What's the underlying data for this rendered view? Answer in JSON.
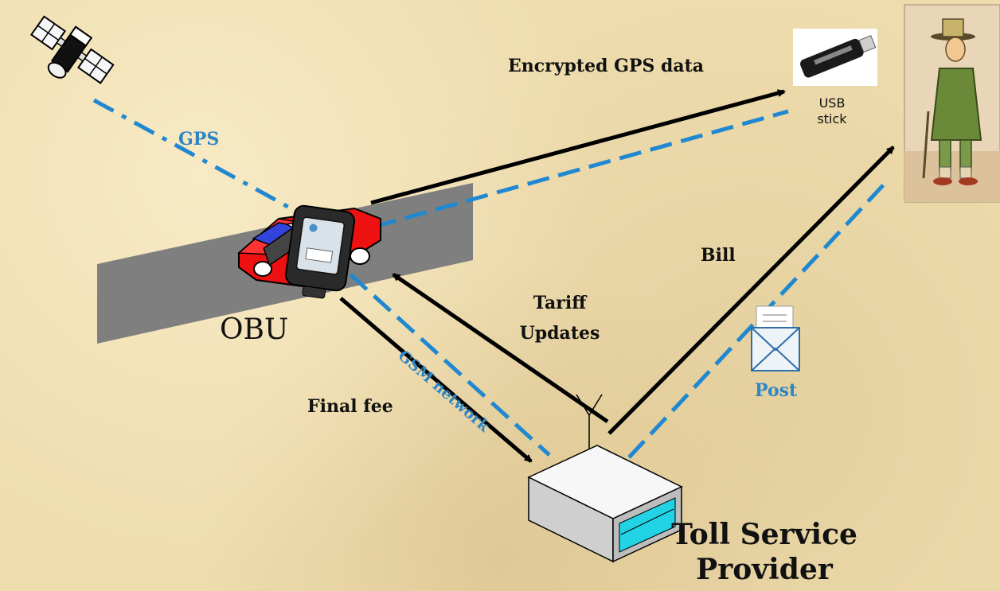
{
  "labels": {
    "gps": "GPS",
    "encrypted": "Encrypted GPS data",
    "usb_line1": "USB",
    "usb_line2": "stick",
    "bill": "Bill",
    "tariff_line1": "Tariff",
    "tariff_line2": "Updates",
    "gsm": "GSM network",
    "final_fee": "Final fee",
    "post": "Post",
    "obu": "OBU",
    "tsp_line1": "Toll Service",
    "tsp_line2": "Provider"
  },
  "colors": {
    "arrow": "#000000",
    "link": "#1f88d0",
    "road": "#7f7f7f",
    "car": "#ee1111",
    "server": "#d9d9d9",
    "server_panel": "#22d3e6"
  },
  "icons": [
    "satellite-icon",
    "car-icon",
    "obu-device-icon",
    "usb-stick-icon",
    "envelope-icon",
    "server-icon",
    "antenna-icon",
    "person-illustration"
  ]
}
